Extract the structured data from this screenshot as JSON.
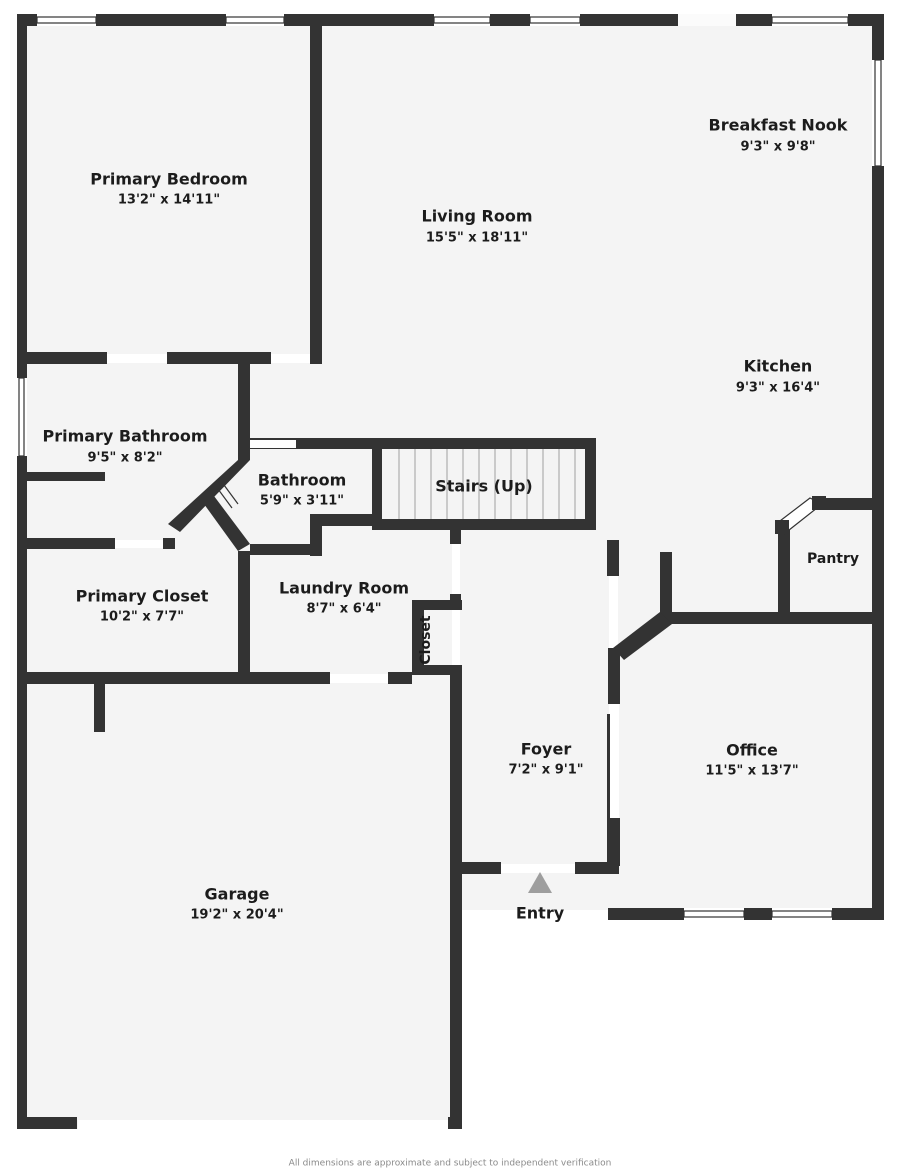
{
  "plan": {
    "footer_note": "All dimensions are approximate and subject to independent verification",
    "colors": {
      "wall": "#333333",
      "floor": "#f4f4f4",
      "window": "#ffffff",
      "door_arrow": "#9e9e9e",
      "background": "#ffffff",
      "text": "#1c1c1c",
      "footer_text": "#8a8a8a"
    }
  },
  "rooms": [
    {
      "id": "primary-bedroom",
      "name": "Primary Bedroom",
      "dims": "13'2\" x 14'11\""
    },
    {
      "id": "living-room",
      "name": "Living Room",
      "dims": "15'5\" x 18'11\""
    },
    {
      "id": "breakfast-nook",
      "name": "Breakfast Nook",
      "dims": "9'3\" x 9'8\""
    },
    {
      "id": "kitchen",
      "name": "Kitchen",
      "dims": "9'3\" x 16'4\""
    },
    {
      "id": "primary-bathroom",
      "name": "Primary Bathroom",
      "dims": "9'5\" x 8'2\""
    },
    {
      "id": "bathroom",
      "name": "Bathroom",
      "dims": "5'9\" x 3'11\""
    },
    {
      "id": "stairs",
      "name": "Stairs (Up)",
      "dims": ""
    },
    {
      "id": "primary-closet",
      "name": "Primary Closet",
      "dims": "10'2\" x 7'7\""
    },
    {
      "id": "laundry-room",
      "name": "Laundry Room",
      "dims": "8'7\" x 6'4\""
    },
    {
      "id": "closet",
      "name": "Closet",
      "dims": ""
    },
    {
      "id": "pantry",
      "name": "Pantry",
      "dims": ""
    },
    {
      "id": "foyer",
      "name": "Foyer",
      "dims": "7'2\" x 9'1\""
    },
    {
      "id": "office",
      "name": "Office",
      "dims": "11'5\" x 13'7\""
    },
    {
      "id": "garage",
      "name": "Garage",
      "dims": "19'2\" x 20'4\""
    },
    {
      "id": "entry",
      "name": "Entry",
      "dims": ""
    }
  ]
}
